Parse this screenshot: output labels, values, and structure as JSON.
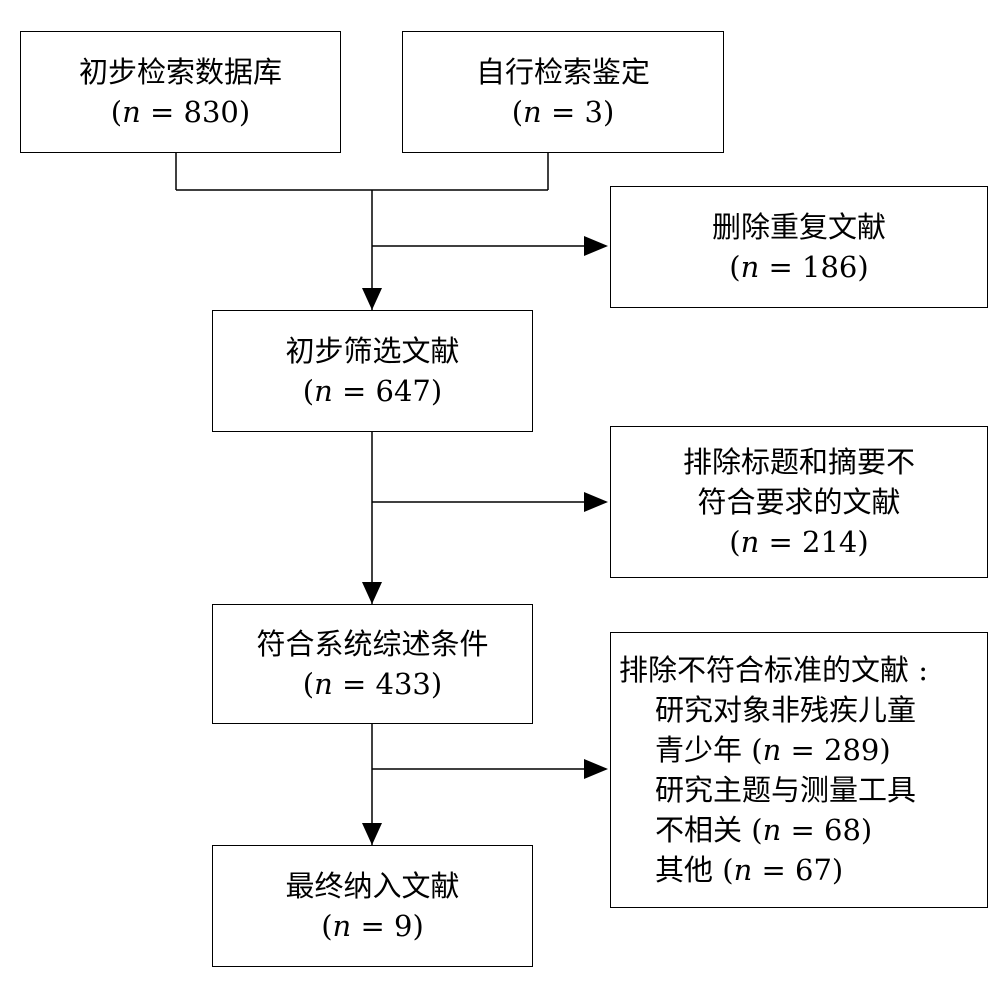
{
  "boxes": {
    "initial_db": {
      "title": "初步检索数据库",
      "n": "830"
    },
    "self_search": {
      "title": "自行检索鉴定",
      "n": "3"
    },
    "duplicates": {
      "title": "删除重复文献",
      "n": "186"
    },
    "initial_screen": {
      "title": "初步筛选文献",
      "n": "647"
    },
    "title_abstract_excluded": {
      "title_line1": "排除标题和摘要不",
      "title_line2": "符合要求的文献",
      "n": "214"
    },
    "meets_criteria": {
      "title": "符合系统综述条件",
      "n": "433"
    },
    "nonconforming": {
      "title": "排除不符合标准的文献 :",
      "reason1_line1": "研究对象非残疾儿童",
      "reason1_line2": "青少年",
      "reason1_n": "289",
      "reason2_line1": "研究主题与测量工具",
      "reason2_line2": "不相关",
      "reason2_n": "68",
      "reason3": "其他",
      "reason3_n": "67"
    },
    "final_included": {
      "title": "最终纳入文献",
      "n": "9"
    }
  },
  "n_symbol": "n"
}
